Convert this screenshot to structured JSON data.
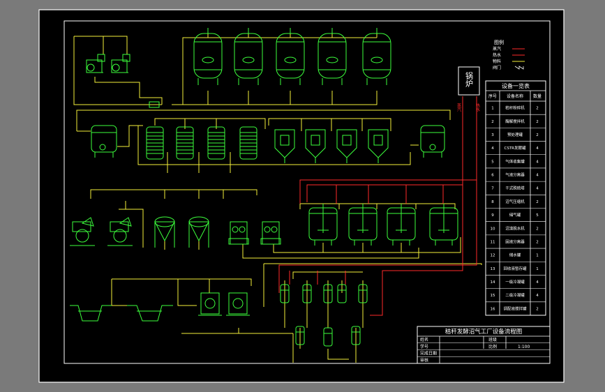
{
  "legend": {
    "title": "图例",
    "items": [
      {
        "label": "蒸汽",
        "color": "#ff2a2a",
        "style": "line"
      },
      {
        "label": "热水",
        "color": "#ff2a2a",
        "style": "line"
      },
      {
        "label": "物料",
        "color": "#f5f03a",
        "style": "line"
      },
      {
        "label": "阀门",
        "color": "#ffffff",
        "style": "valve"
      }
    ]
  },
  "boiler": {
    "label": "锅炉"
  },
  "boiler_pipes": [
    "蒸汽",
    "热水"
  ],
  "equipment_table": {
    "title": "设备一览表",
    "headers": [
      "序号",
      "设备名称",
      "数量"
    ],
    "rows": [
      {
        "no": "1",
        "name": "秸秆粉碎机",
        "qty": "2"
      },
      {
        "no": "2",
        "name": "酶解搅拌机",
        "qty": "2"
      },
      {
        "no": "3",
        "name": "预处理罐",
        "qty": "2"
      },
      {
        "no": "4",
        "name": "CSTR发酵罐",
        "qty": "4"
      },
      {
        "no": "5",
        "name": "气体收集罐",
        "qty": "4"
      },
      {
        "no": "6",
        "name": "气液分离器",
        "qty": "4"
      },
      {
        "no": "7",
        "name": "干式脱硫塔",
        "qty": "4"
      },
      {
        "no": "8",
        "name": "沼气压缩机",
        "qty": "2"
      },
      {
        "no": "9",
        "name": "储气罐",
        "qty": "5"
      },
      {
        "no": "10",
        "name": "沼渣脱水机",
        "qty": "2"
      },
      {
        "no": "11",
        "name": "固液分离器",
        "qty": "2"
      },
      {
        "no": "12",
        "name": "储水罐",
        "qty": "1"
      },
      {
        "no": "13",
        "name": "回收液暂存罐",
        "qty": "1"
      },
      {
        "no": "14",
        "name": "一级冷凝罐",
        "qty": "4"
      },
      {
        "no": "15",
        "name": "二级冷凝罐",
        "qty": "4"
      },
      {
        "no": "16",
        "name": "调配液搅拌罐",
        "qty": "2"
      }
    ]
  },
  "title_block": {
    "title": "秸秆发酵沼气工厂设备流程图",
    "rows": [
      {
        "label": "姓名",
        "value": "",
        "label2": "班级",
        "value2": ""
      },
      {
        "label": "学号",
        "value": "",
        "label2": "比例",
        "value2": "1:100"
      },
      {
        "label": "完成日期",
        "value": "",
        "label2": "",
        "value2": ""
      },
      {
        "label": "审核",
        "value": "",
        "label2": "",
        "value2": ""
      }
    ]
  },
  "colors": {
    "background": "#000000",
    "border": "#ffffff",
    "equipment": "#3cff3c",
    "material_line": "#f5f03a",
    "steam_line": "#ff2a2a",
    "label": "#ffffff"
  }
}
